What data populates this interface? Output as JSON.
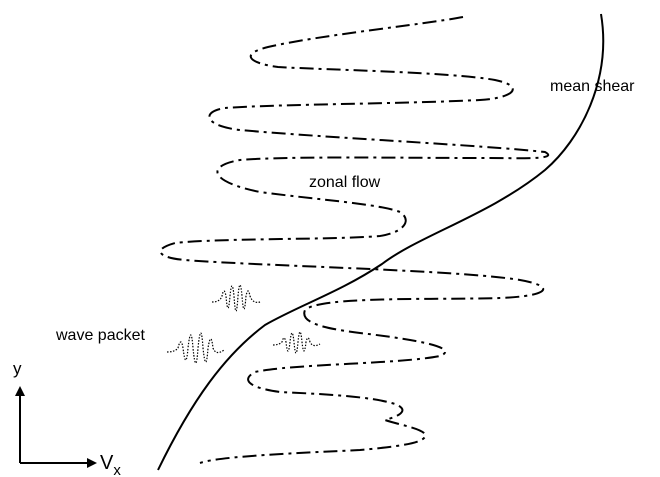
{
  "labels": {
    "mean_shear": "mean shear",
    "zonal_flow": "zonal flow",
    "wave_packet": "wave packet",
    "axis_y": "y",
    "axis_vx": "V",
    "axis_vx_sub": "x"
  },
  "colors": {
    "stroke": "#000000",
    "background": "#ffffff"
  }
}
